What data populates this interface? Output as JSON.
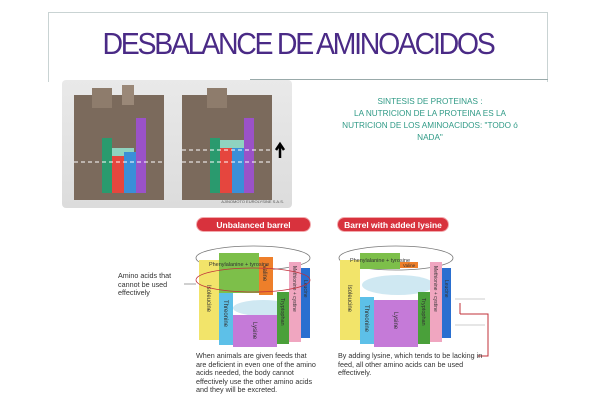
{
  "title": "DESBALANCE DE AMINOACIDOS",
  "photo": {
    "credit": "AJINOMOTO EUROLYSINE S.A.S."
  },
  "sintesis": [
    "SINTESIS DE PROTEINAS :",
    "LA NUTRICION DE LA PROTEINA ES LA",
    "NUTRICION DE LOS AMINOACIDOS: \"TODO ó",
    "NADA\""
  ],
  "diagram": {
    "left_title": "Unbalanced barrel",
    "right_title": "Barrel with added lysine",
    "side_label": "Amino acids that cannot be used effectively",
    "left_caption": "When animals are given feeds that are deficient in even one of the amino acids needed, the body cannot effectively use the other amino acids and they will be excreted.",
    "right_caption": "By adding lysine, which tends to be lacking in feed, all other amino acids can be used effectively.",
    "staves": {
      "phe": "Phenylalanine + tyrosine",
      "val": "Valine",
      "iso": "Isoleucine",
      "thr": "Threonine",
      "lys": "Lysine",
      "trp": "Tryptophan",
      "met": "Methionine + cystine",
      "leu": "Leucine"
    }
  },
  "colors": {
    "title": "#4a2a86",
    "accent": "#d8323d",
    "green_text": "#2f9a86"
  }
}
